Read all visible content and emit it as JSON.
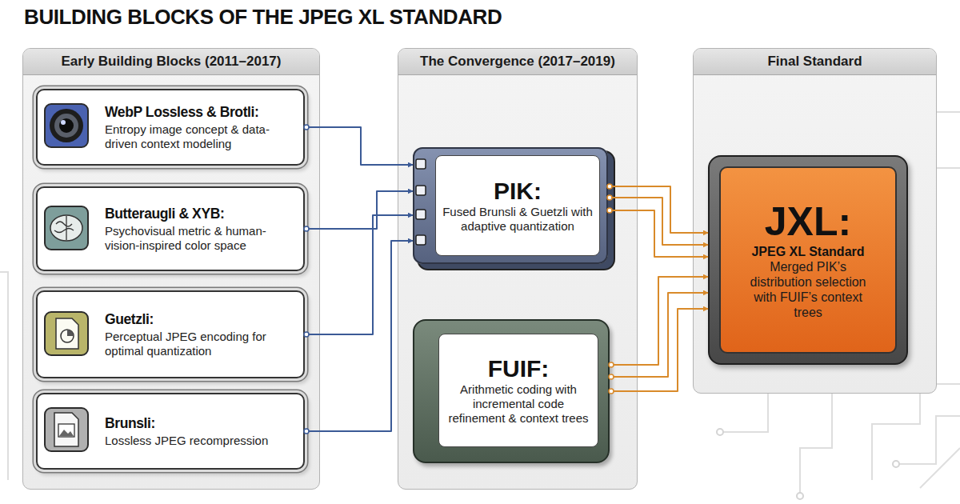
{
  "diagram": {
    "title": "BUILDING BLOCKS OF THE JPEG XL STANDARD",
    "nodes": [
      {
        "text": [
          "Early Building Blocks (2011–2017)"
        ]
      },
      {
        "text": [
          "WebP Lossless & Brotli:",
          "Entropy image concept & data-driven context modeling"
        ],
        "in": 0
      },
      {
        "text": [
          "Butteraugli & XYB:",
          "Psychovisual metric & human-vision-inspired color space"
        ],
        "in": 0
      },
      {
        "text": [
          "Guetzli:",
          "Perceptual JPEG encoding for optimal quantization"
        ],
        "in": 0
      },
      {
        "text": [
          "Brunsli:",
          "Lossless JPEG recompression"
        ],
        "in": 0
      },
      {
        "text": [
          "The Convergence (2017–2019)"
        ]
      },
      {
        "text": [
          "PIK:",
          "Fused Brunsli & Guetzli with adaptive quantization"
        ],
        "in": 5
      },
      {
        "text": [
          "FUIF:",
          "Arithmetic coding with incremental code refinement & context trees"
        ],
        "in": 5
      },
      {
        "text": [
          "Final Standard"
        ]
      },
      {
        "text": [
          "JXL:",
          "JPEG XL Standard",
          "Merged PIK’s distribution selection with FUIF’s context trees"
        ],
        "in": 8
      }
    ],
    "edges": [
      {
        "from": 1,
        "to": 6,
        "arrow": "to"
      },
      {
        "from": 2,
        "to": 6,
        "arrow": "to"
      },
      {
        "from": 3,
        "to": 6,
        "arrow": "to"
      },
      {
        "from": 4,
        "to": 6,
        "arrow": "to"
      },
      {
        "from": 6,
        "to": 9,
        "arrow": "to"
      },
      {
        "from": 7,
        "to": 9,
        "arrow": "to"
      }
    ]
  }
}
